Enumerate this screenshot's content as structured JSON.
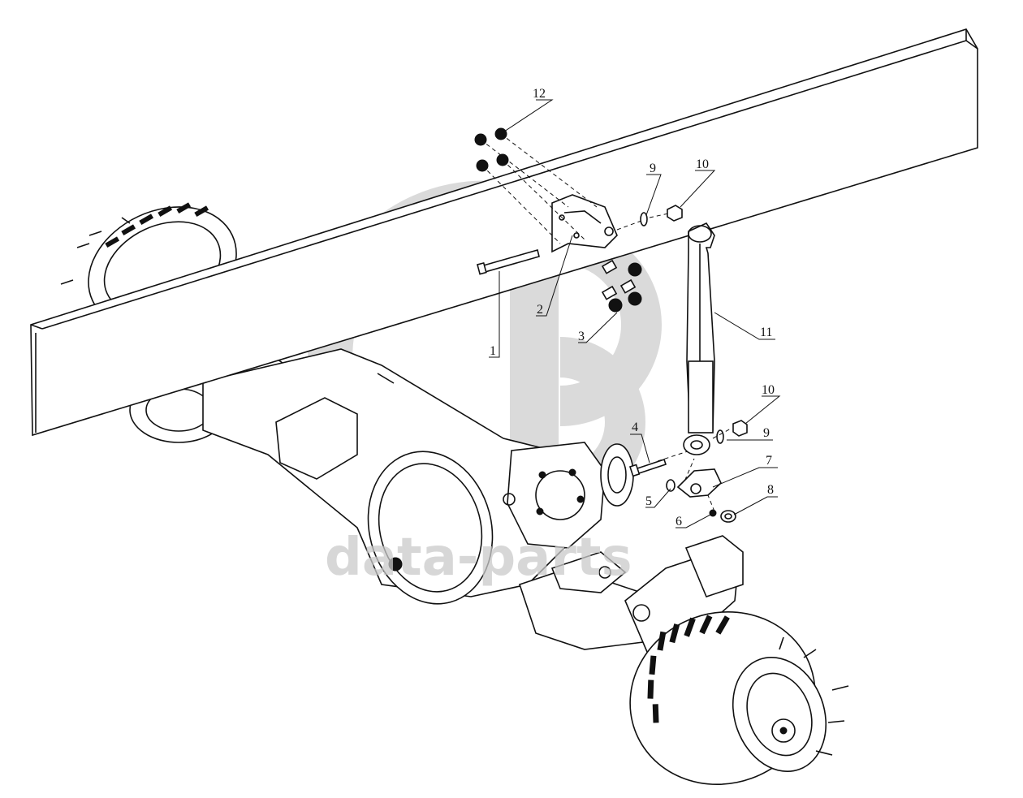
{
  "callouts": [
    {
      "id": "c1",
      "label": "1"
    },
    {
      "id": "c2",
      "label": "2"
    },
    {
      "id": "c3",
      "label": "3"
    },
    {
      "id": "c4",
      "label": "4"
    },
    {
      "id": "c5",
      "label": "5"
    },
    {
      "id": "c6",
      "label": "6"
    },
    {
      "id": "c7",
      "label": "7"
    },
    {
      "id": "c8",
      "label": "8"
    },
    {
      "id": "c9a",
      "label": "9"
    },
    {
      "id": "c9b",
      "label": "9"
    },
    {
      "id": "c10a",
      "label": "10"
    },
    {
      "id": "c10b",
      "label": "10"
    },
    {
      "id": "c11",
      "label": "11"
    },
    {
      "id": "c12",
      "label": "12"
    }
  ],
  "watermark": {
    "text": "data-parts",
    "color": "#c9c9c9"
  },
  "colors": {
    "line": "#111111",
    "background": "#ffffff"
  }
}
